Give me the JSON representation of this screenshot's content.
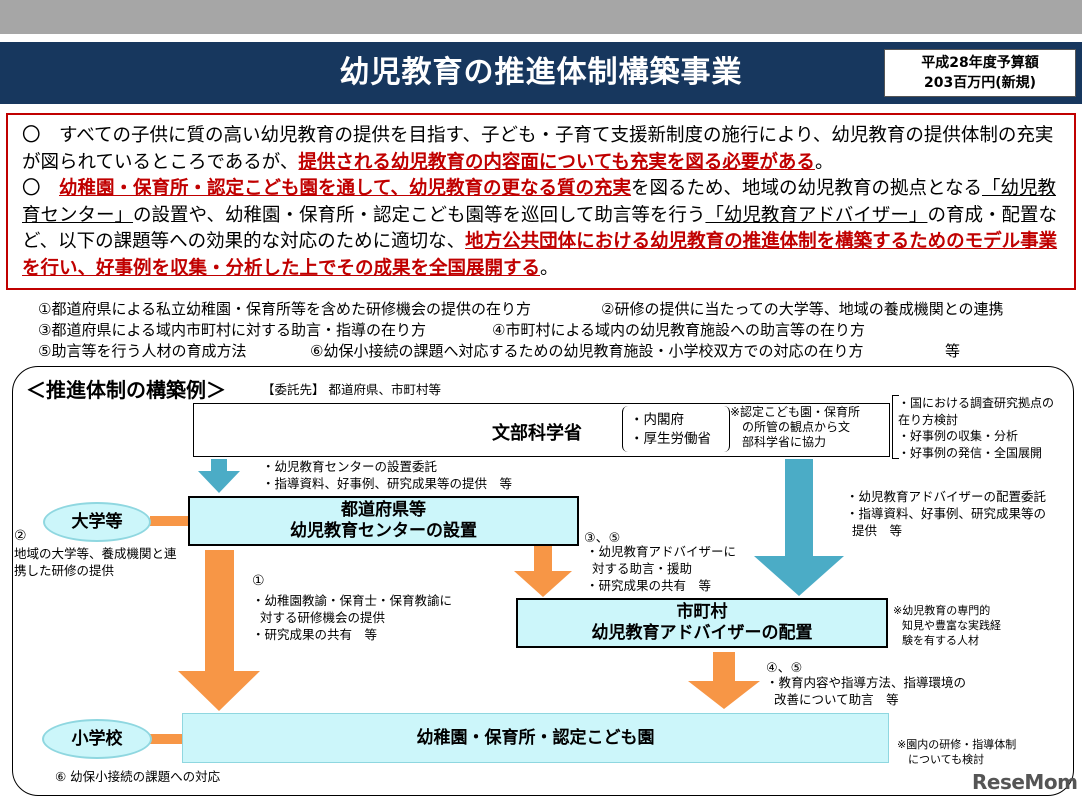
{
  "header": {
    "title": "幼児教育の推進体制構築事業",
    "budget_line1": "平成28年度予算額",
    "budget_line2": "203百万円(新規)"
  },
  "summary": {
    "p1_part1": "〇　すべての子供に質の高い幼児教育の提供を目指す、子ども・子育て支援新制度の施行により、幼児教育の提供体制の充実が図られているところであるが、",
    "p1_red": "提供される幼児教育の内容面についても充実を図る必要がある",
    "p1_end": "。",
    "p2_bullet": "〇　",
    "p2_red1": "幼稚園・保育所・認定こども園を通して、幼児教育の更なる質の充実",
    "p2_part2": "を図るため、地域の幼児教育の拠点となる",
    "p2_ul1": "「幼児教育センター」",
    "p2_part3": "の設置や、幼稚園・保育所・認定こども園等を巡回して助言等を行う",
    "p2_ul2": "「幼児教育アドバイザー」",
    "p2_part4": "の育成・配置など、以下の課題等への効果的な対応のために適切な、",
    "p2_red2": "地方公共団体における幼児教育の推進体制を構築するためのモデル事業を行い、好事例を収集・分析した上でその成果を全国展開する",
    "p2_end": "。"
  },
  "issues": {
    "i1": "①都道府県による私立幼稚園・保育所等を含めた研修機会の提供の在り方",
    "i2": "②研修の提供に当たっての大学等、地域の養成機関との連携",
    "i3": "③都道府県による域内市町村に対する助言・指導の在り方",
    "i4": "④市町村による域内の幼児教育施設への助言等の在り方",
    "i5": "⑤助言等を行う人材の育成方法",
    "i6": "⑥幼保小接続の課題へ対応するための幼児教育施設・小学校双方での対応の在り方",
    "etc": "等"
  },
  "diagram": {
    "section_title": "＜推進体制の構築例＞",
    "entrust": "【委託先】 都道府県、市町村等",
    "mext": "文部科学省",
    "ministries": [
      "・内閣府",
      "・厚生労働省"
    ],
    "ministries_note": [
      "※認定こども園・保育所",
      "の所管の観点から文",
      "部科学省に協力"
    ],
    "national_roles": [
      "・国における調査研究拠点の",
      "在り方検討",
      "・好事例の収集・分析",
      "・好事例の発信・全国展開"
    ],
    "to_pref": [
      "・幼児教育センターの設置委託",
      "・指導資料、好事例、研究成果等の提供　等"
    ],
    "pref_box": [
      "都道府県等",
      "幼児教育センターの設置"
    ],
    "university": "大学等",
    "univ_num": "②",
    "univ_text": [
      "地域の大学等、養成機関と連",
      "携した研修の提供"
    ],
    "to_muni_mext": [
      "・幼児教育アドバイザーの配置委託",
      "・指導資料、好事例、研究成果等の",
      "提供　等"
    ],
    "pref_to_muni_num": "③、⑤",
    "pref_to_muni": [
      "・幼児教育アドバイザーに",
      "対する助言・援助",
      "・研究成果の共有　等"
    ],
    "muni_box": [
      "市町村",
      "幼児教育アドバイザーの配置"
    ],
    "advisor_note": [
      "※幼児教育の専門的",
      "知見や豊富な実践経",
      "験を有する人材"
    ],
    "pref_to_kinder_num": "①",
    "pref_to_kinder": [
      "・幼稚園教諭・保育士・保育教諭に",
      "対する研修機会の提供",
      "・研究成果の共有　等"
    ],
    "muni_to_kinder_num": "④、⑤",
    "muni_to_kinder": [
      "・教育内容や指導方法、指導環境の",
      "改善について助言　等"
    ],
    "kinder_box": "幼稚園・保育所・認定こども園",
    "kinder_note": [
      "※園内の研修・指導体制",
      "についても検討"
    ],
    "elementary": "小学校",
    "elem_note": "⑥ 幼保小接続の課題への対応"
  },
  "colors": {
    "navy": "#17375e",
    "red": "#c00000",
    "orange": "#f79646",
    "blue_arrow": "#4bacc6",
    "box_fill": "#ccf6fa"
  },
  "watermark": "ReseMom"
}
